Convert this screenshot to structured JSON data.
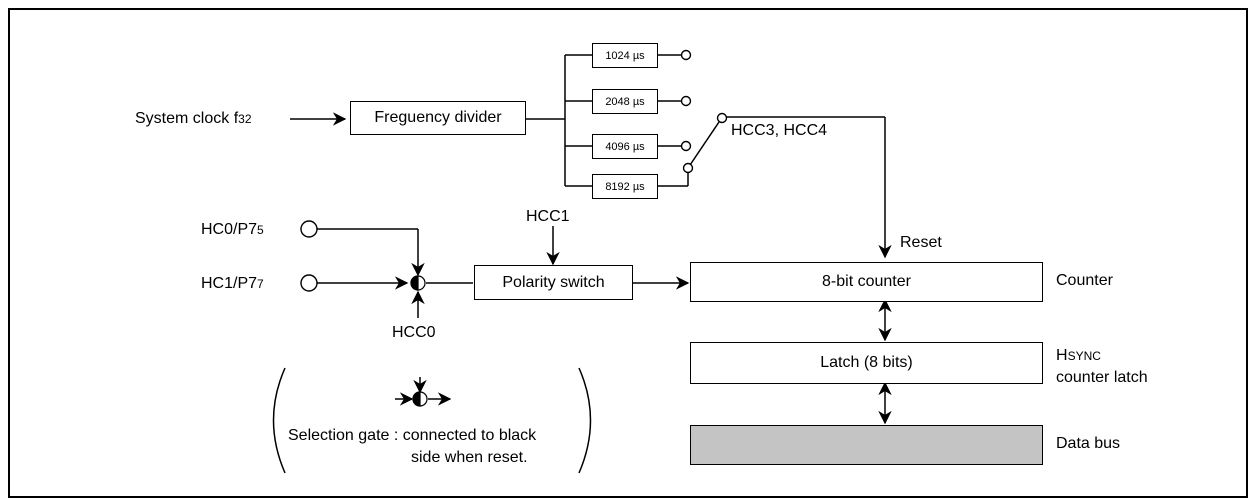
{
  "labels": {
    "system_clock": "System clock f",
    "system_clock_sub": "32",
    "freq_divider": "Freguency divider",
    "t1024": "1024 µs",
    "t2048": "2048 µs",
    "t4096": "4096 µs",
    "t8192": "8192 µs",
    "hcc34": "HCC3, HCC4",
    "hc0": "HC0/P7",
    "hc0_sub": "5",
    "hc1": "HC1/P7",
    "hc1_sub": "7",
    "hcc1": "HCC1",
    "hcc0": "HCC0",
    "polarity": "Polarity switch",
    "reset": "Reset",
    "counter8": "8-bit counter",
    "counter": "Counter",
    "latch": "Latch (8 bits)",
    "hsync_h": "H",
    "hsync_rest": "SYNC",
    "counter_latch": "counter latch",
    "data_bus": "Data bus",
    "legend_line1": "Selection gate : connected to black",
    "legend_line2": "side when reset."
  }
}
